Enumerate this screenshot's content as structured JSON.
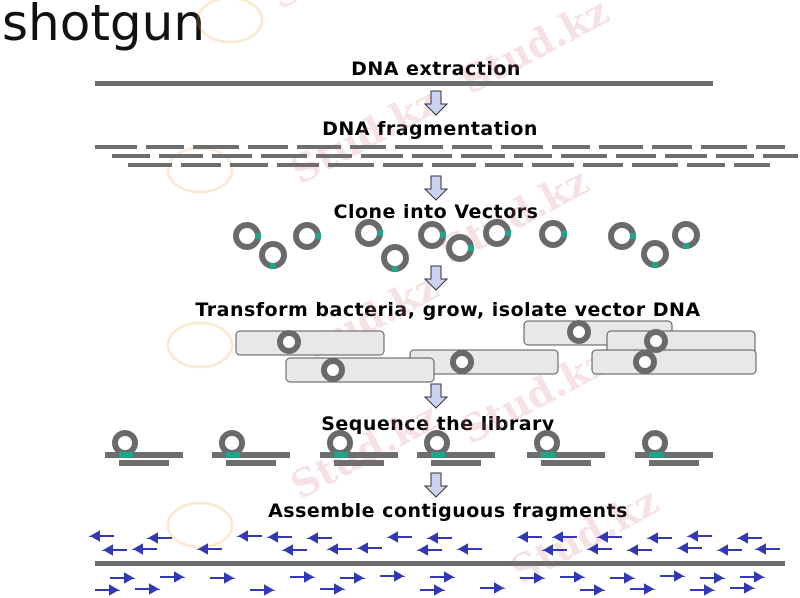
{
  "title": "shotgun",
  "watermark": "Stud.kz",
  "steps": {
    "extraction": "DNA extraction",
    "fragmentation": "DNA fragmentation",
    "clone": "Clone into Vectors",
    "transform": "Transform bacteria, grow, isolate vector DNA",
    "sequence": "Sequence the library",
    "assemble": "Assemble contiguous fragments"
  },
  "colors": {
    "strand": "#6e6e6e",
    "insert": "#1fa58a",
    "cell_fill": "#e8e8e8",
    "arrow_fill": "#ccd3f2",
    "read_arrow": "#3139b5"
  }
}
